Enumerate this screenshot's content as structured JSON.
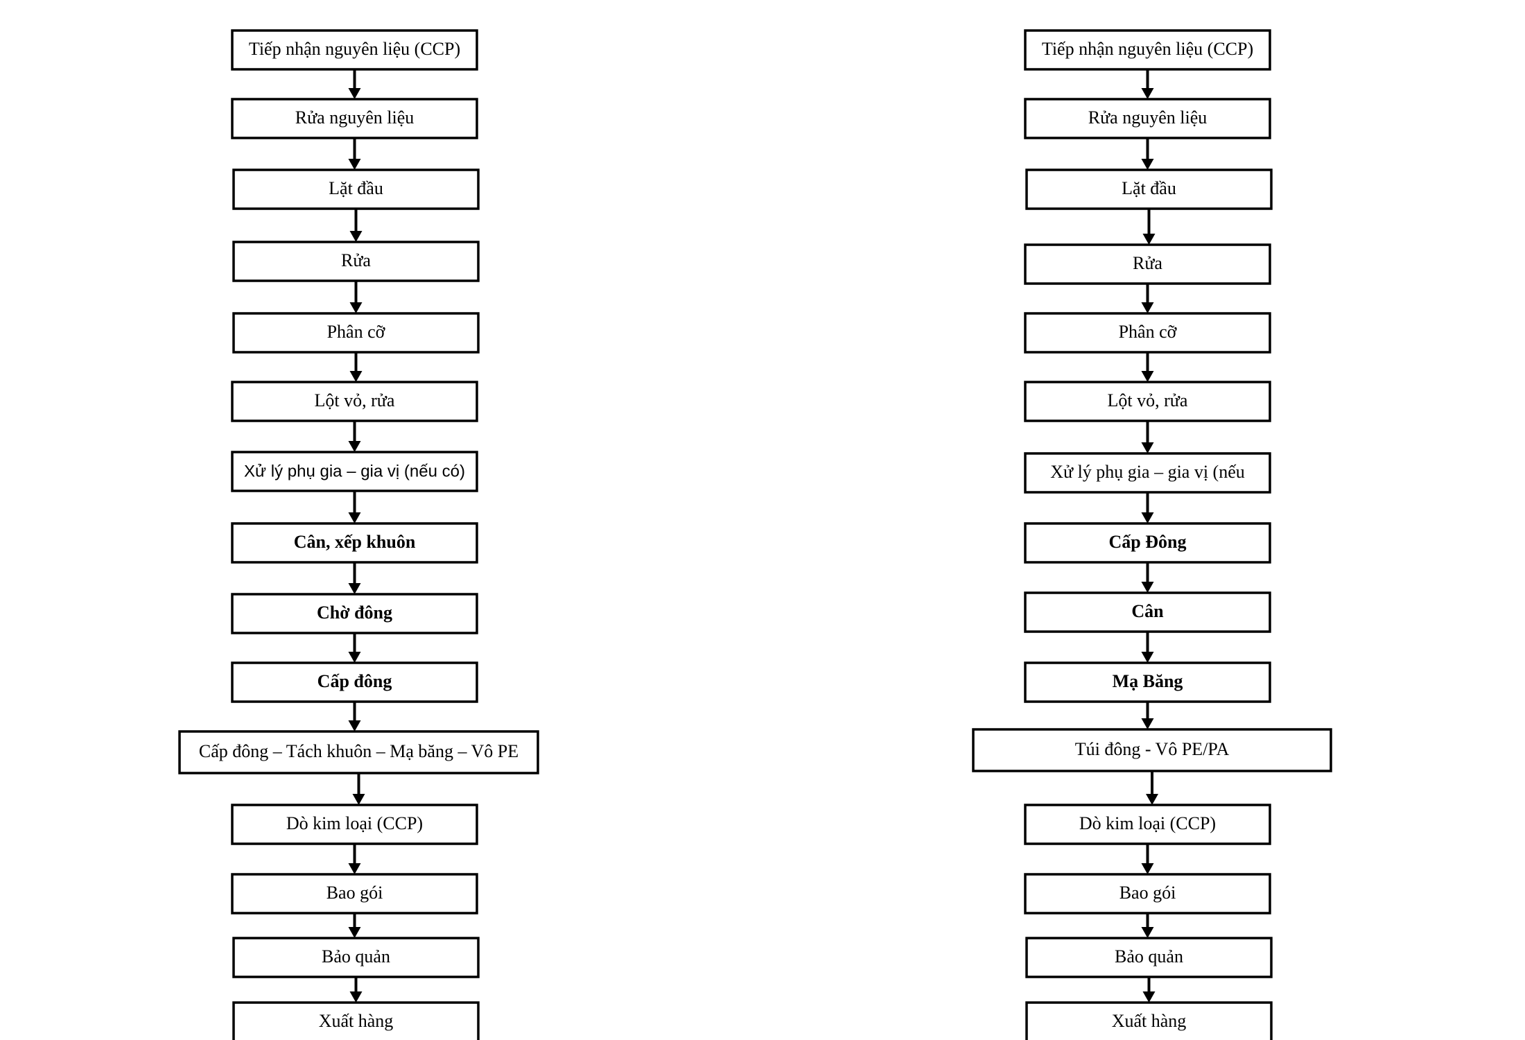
{
  "flowcharts": [
    {
      "steps": [
        {
          "label": "Tiếp nhận nguyên liệu (CCP)",
          "bold": false
        },
        {
          "label": "Rửa nguyên liệu",
          "bold": false
        },
        {
          "label": "Lặt đầu",
          "bold": false
        },
        {
          "label": "Rửa",
          "bold": false
        },
        {
          "label": "Phân cỡ",
          "bold": false
        },
        {
          "label": "Lột vỏ, rửa",
          "bold": false
        },
        {
          "label": "Xử lý phụ gia – gia vị (nếu có)",
          "bold": false,
          "sans": true
        },
        {
          "label": "Cân, xếp khuôn",
          "bold": true
        },
        {
          "label": "Chờ đông",
          "bold": true
        },
        {
          "label": "Cấp đông",
          "bold": true
        },
        {
          "label": "Cấp đông – Tách khuôn – Mạ băng – Vô PE",
          "bold": false
        },
        {
          "label": "Dò kim loại (CCP)",
          "bold": false
        },
        {
          "label": "Bao gói",
          "bold": false
        },
        {
          "label": "Bảo quản",
          "bold": false
        },
        {
          "label": "Xuất hàng",
          "bold": false
        }
      ]
    },
    {
      "steps": [
        {
          "label": "Tiếp nhận nguyên liệu (CCP)",
          "bold": false
        },
        {
          "label": "Rửa nguyên liệu",
          "bold": false
        },
        {
          "label": "Lặt đầu",
          "bold": false
        },
        {
          "label": "Rửa",
          "bold": false
        },
        {
          "label": "Phân cỡ",
          "bold": false
        },
        {
          "label": "Lột vỏ, rửa",
          "bold": false
        },
        {
          "label": "Xử lý phụ gia – gia vị (nếu",
          "bold": false
        },
        {
          "label": "Cấp Đông",
          "bold": true
        },
        {
          "label": "Cân",
          "bold": true
        },
        {
          "label": "Mạ Băng",
          "bold": true
        },
        {
          "label": "Túi đông - Vô PE/PA",
          "bold": false
        },
        {
          "label": "Dò kim loại (CCP)",
          "bold": false
        },
        {
          "label": "Bao gói",
          "bold": false
        },
        {
          "label": "Bảo quản",
          "bold": false
        },
        {
          "label": "Xuất hàng",
          "bold": false
        }
      ]
    }
  ]
}
